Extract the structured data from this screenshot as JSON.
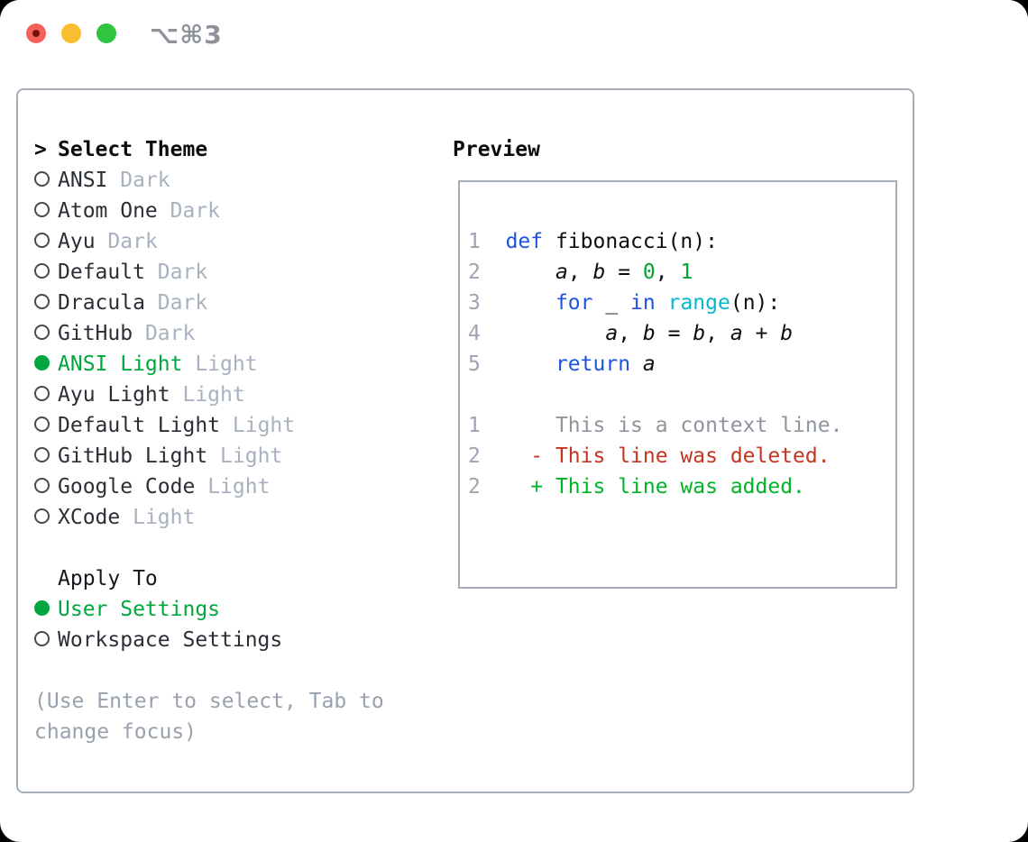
{
  "window": {
    "title": "⌥⌘3",
    "traffic_lights": [
      "close",
      "minimize",
      "zoom"
    ]
  },
  "colors": {
    "traffic_red": "#f6605a",
    "traffic_red_dot": "#731107",
    "traffic_yellow": "#f9bd2e",
    "traffic_green": "#30c53f",
    "title_gray": "#8d929b",
    "panel_border": "#a4adb8",
    "heading_text": "#0a0b0c",
    "item_text": "#2a2f36",
    "variant_gray": "#a8b1bf",
    "selected_green": "#00a63e",
    "hint_gray": "#98a1ad",
    "line_number_gray": "#9aa4b3",
    "code_text": "#0c0e10",
    "keyword_blue": "#1d53dd",
    "builtin_cyan": "#00b9cd",
    "number_green": "#00a42e",
    "context_gray": "#8f959e",
    "deleted_red": "#c43420",
    "added_green": "#00b42a"
  },
  "left": {
    "header": {
      "prefix": ">",
      "label": "Select Theme"
    },
    "themes": [
      {
        "name": "ANSI",
        "variant": "Dark",
        "selected": false
      },
      {
        "name": "Atom One",
        "variant": "Dark",
        "selected": false
      },
      {
        "name": "Ayu",
        "variant": "Dark",
        "selected": false
      },
      {
        "name": "Default",
        "variant": "Dark",
        "selected": false
      },
      {
        "name": "Dracula",
        "variant": "Dark",
        "selected": false
      },
      {
        "name": "GitHub",
        "variant": "Dark",
        "selected": false
      },
      {
        "name": "ANSI Light",
        "variant": "Light",
        "selected": true
      },
      {
        "name": "Ayu Light",
        "variant": "Light",
        "selected": false
      },
      {
        "name": "Default Light",
        "variant": "Light",
        "selected": false
      },
      {
        "name": "GitHub Light",
        "variant": "Light",
        "selected": false
      },
      {
        "name": "Google Code",
        "variant": "Light",
        "selected": false
      },
      {
        "name": "XCode",
        "variant": "Light",
        "selected": false
      }
    ],
    "apply_to": {
      "label": "Apply To",
      "options": [
        {
          "label": "User Settings",
          "selected": true
        },
        {
          "label": "Workspace Settings",
          "selected": false
        }
      ]
    },
    "hint_lines": [
      "(Use Enter to select, Tab to",
      "change focus)"
    ]
  },
  "preview": {
    "label": "Preview",
    "code_lines": [
      {
        "num": "1",
        "tokens": [
          {
            "t": "def",
            "c": "kw"
          },
          {
            "t": " fibonacci(n):",
            "c": "plain"
          }
        ]
      },
      {
        "num": "2",
        "tokens": [
          {
            "t": "    ",
            "c": "plain"
          },
          {
            "t": "a",
            "c": "var"
          },
          {
            "t": ", ",
            "c": "plain"
          },
          {
            "t": "b",
            "c": "var"
          },
          {
            "t": " = ",
            "c": "plain"
          },
          {
            "t": "0",
            "c": "num"
          },
          {
            "t": ", ",
            "c": "plain"
          },
          {
            "t": "1",
            "c": "num"
          }
        ]
      },
      {
        "num": "3",
        "tokens": [
          {
            "t": "    ",
            "c": "plain"
          },
          {
            "t": "for",
            "c": "kw"
          },
          {
            "t": " _ ",
            "c": "plain"
          },
          {
            "t": "in",
            "c": "kw"
          },
          {
            "t": " ",
            "c": "plain"
          },
          {
            "t": "range",
            "c": "fn"
          },
          {
            "t": "(n):",
            "c": "plain"
          }
        ]
      },
      {
        "num": "4",
        "tokens": [
          {
            "t": "        ",
            "c": "plain"
          },
          {
            "t": "a",
            "c": "var"
          },
          {
            "t": ", ",
            "c": "plain"
          },
          {
            "t": "b",
            "c": "var"
          },
          {
            "t": " = ",
            "c": "plain"
          },
          {
            "t": "b",
            "c": "var"
          },
          {
            "t": ", ",
            "c": "plain"
          },
          {
            "t": "a",
            "c": "var"
          },
          {
            "t": " + ",
            "c": "plain"
          },
          {
            "t": "b",
            "c": "var"
          }
        ]
      },
      {
        "num": "5",
        "tokens": [
          {
            "t": "    ",
            "c": "plain"
          },
          {
            "t": "return",
            "c": "kw"
          },
          {
            "t": " ",
            "c": "plain"
          },
          {
            "t": "a",
            "c": "var"
          }
        ]
      },
      {
        "num": "",
        "tokens": []
      },
      {
        "num": "1",
        "tokens": [
          {
            "t": "    This is a context line.",
            "c": "ctx"
          }
        ]
      },
      {
        "num": "2",
        "tokens": [
          {
            "t": "  ",
            "c": "plain"
          },
          {
            "t": "- This line was deleted.",
            "c": "del"
          }
        ]
      },
      {
        "num": "2",
        "tokens": [
          {
            "t": "  ",
            "c": "plain"
          },
          {
            "t": "+ This line was added.",
            "c": "add"
          }
        ]
      }
    ]
  }
}
